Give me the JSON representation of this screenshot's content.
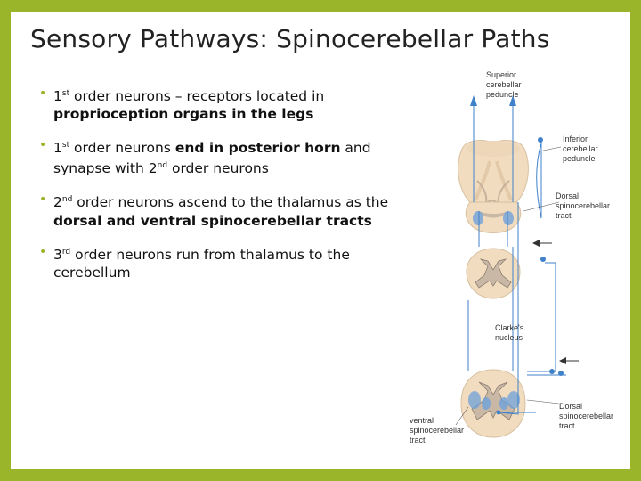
{
  "slide": {
    "title": "Sensory Pathways: Spinocerebellar Paths",
    "bullets": [
      {
        "p1": "1",
        "s1": "st",
        "p2": " order neurons – receptors located in ",
        "b1": "proprioception organs in the legs"
      },
      {
        "p1": "1",
        "s1": "st",
        "p2": " order neurons ",
        "b1": "end in posterior horn",
        "p3": " and synapse with 2",
        "s2": "nd",
        "p4": " order neurons"
      },
      {
        "p1": "2",
        "s1": "nd",
        "p2": " order neurons ascend to the thalamus as the ",
        "b1": "dorsal and ventral spinocerebellar tracts"
      },
      {
        "p1": "3",
        "s1": "rd",
        "p2": " order neurons run from thalamus to the cerebellum"
      }
    ]
  },
  "diagram": {
    "labels": {
      "superior": [
        "Superior",
        "cerebellar",
        "peduncle"
      ],
      "inferior": [
        "Inferior",
        "cerebellar",
        "peduncle"
      ],
      "dorsal_top": [
        "Dorsal",
        "spinocerebellar",
        "tract"
      ],
      "clarkes": [
        "Clarke's",
        "nucleus"
      ],
      "dorsal_bottom": [
        "Dorsal",
        "spinocerebellar",
        "tract"
      ],
      "ventral": [
        "ventral",
        "spinocerebellar",
        "tract"
      ]
    }
  },
  "colors": {
    "border": "#9bb52b",
    "cord": "#f2dcc0",
    "gray_matter": "#c9b8a6",
    "tract": "#3f82c9"
  }
}
